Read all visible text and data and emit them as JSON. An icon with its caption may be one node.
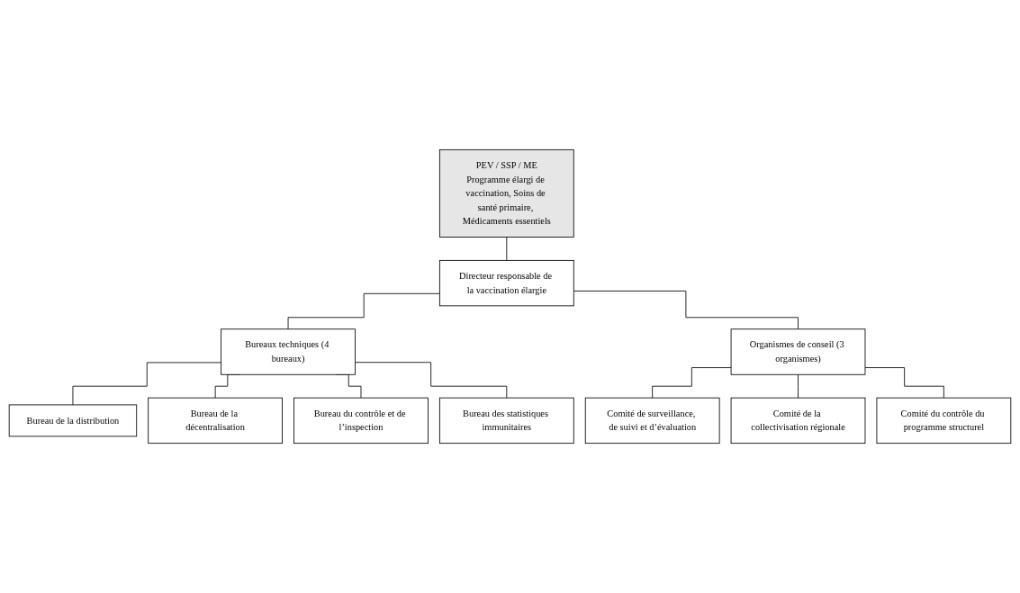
{
  "diagram": {
    "nodes": [
      {
        "text": [
          "PEV / SSP / ME",
          "Programme élargi de vaccination, Soins de santé primaire, Médicaments essentiels"
        ]
      },
      {
        "text": [
          "Directeur responsable de la vaccination élargie"
        ]
      },
      {
        "text": [
          "Bureaux techniques (4 bureaux)"
        ]
      },
      {
        "text": [
          "Organismes de conseil (3 organismes)"
        ]
      },
      {
        "text": [
          "Bureau de la distribution"
        ]
      },
      {
        "text": [
          "Bureau de la décentralisation"
        ]
      },
      {
        "text": [
          "Bureau du contrôle et de l’inspection"
        ]
      },
      {
        "text": [
          "Bureau des statistiques immunitaires"
        ]
      },
      {
        "text": [
          "Comité de surveillance, de suivi et d’évaluation"
        ]
      },
      {
        "text": [
          "Comité de la collectivisation régionale"
        ]
      },
      {
        "text": [
          "Comité du contrôle du programme structurel"
        ]
      }
    ],
    "edges": [
      {
        "from": 0,
        "to": 1,
        "arrow": "none"
      },
      {
        "from": 1,
        "to": 2,
        "arrow": "none"
      },
      {
        "from": 1,
        "to": 3,
        "arrow": "none"
      },
      {
        "from": 2,
        "to": 4,
        "arrow": "none"
      },
      {
        "from": 2,
        "to": 5,
        "arrow": "none"
      },
      {
        "from": 2,
        "to": 6,
        "arrow": "none"
      },
      {
        "from": 2,
        "to": 7,
        "arrow": "none"
      },
      {
        "from": 3,
        "to": 8,
        "arrow": "none"
      },
      {
        "from": 3,
        "to": 9,
        "arrow": "none"
      },
      {
        "from": 3,
        "to": 10,
        "arrow": "none"
      }
    ]
  }
}
